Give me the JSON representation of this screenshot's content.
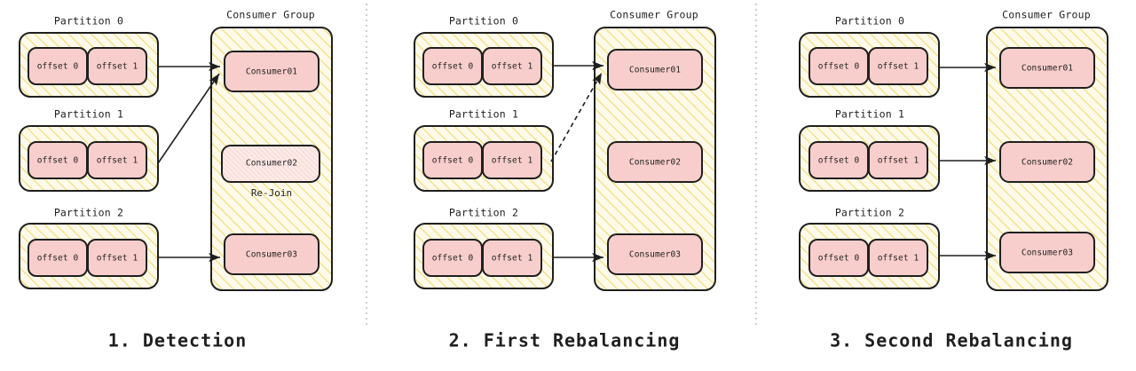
{
  "diagram": {
    "title_font_color": "#1f1f1f",
    "colors": {
      "partition_fill": "#fdfaea",
      "partition_hatch": "#f0dd7a",
      "consumer_fill": "#f8cecc",
      "consumer_stroke": "#1f1f1f",
      "rejoin_fill": "#fbe7e4",
      "rejoin_hatch": "#f4c8c2",
      "outline": "#1f1f1f",
      "separator": "#b8b8b8",
      "background": "#ffffff"
    },
    "partition_labels": [
      "Partition 0",
      "Partition 1",
      "Partition 2"
    ],
    "offset_labels": [
      "offset 0",
      "offset 1"
    ],
    "consumer_group_title": "Consumer Group",
    "consumer_labels": [
      "Consumer01",
      "Consumer02",
      "Consumer03"
    ],
    "rejoin_label": "Re-Join",
    "panels": [
      {
        "id": "detection",
        "caption": "1. Detection",
        "partitions": [
          {
            "label": "Partition 0",
            "offsets": [
              "offset 0",
              "offset 1"
            ]
          },
          {
            "label": "Partition 1",
            "offsets": [
              "offset 0",
              "offset 1"
            ]
          },
          {
            "label": "Partition 2",
            "offsets": [
              "offset 0",
              "offset 1"
            ]
          }
        ],
        "group": {
          "title": "Consumer Group",
          "consumers": [
            {
              "label": "Consumer01",
              "state": "active"
            },
            {
              "label": "Consumer02",
              "state": "rejoining",
              "note": "Re-Join"
            },
            {
              "label": "Consumer03",
              "state": "active"
            }
          ]
        },
        "arrows": [
          {
            "from": "Partition 0",
            "to": "Consumer01",
            "style": "solid"
          },
          {
            "from": "Partition 1",
            "to": "Consumer01",
            "style": "solid"
          },
          {
            "from": "Partition 2",
            "to": "Consumer03",
            "style": "solid"
          }
        ]
      },
      {
        "id": "first-rebalancing",
        "caption": "2. First Rebalancing",
        "partitions": [
          {
            "label": "Partition 0",
            "offsets": [
              "offset 0",
              "offset 1"
            ]
          },
          {
            "label": "Partition 1",
            "offsets": [
              "offset 0",
              "offset 1"
            ]
          },
          {
            "label": "Partition 2",
            "offsets": [
              "offset 0",
              "offset 1"
            ]
          }
        ],
        "group": {
          "title": "Consumer Group",
          "consumers": [
            {
              "label": "Consumer01",
              "state": "active"
            },
            {
              "label": "Consumer02",
              "state": "active"
            },
            {
              "label": "Consumer03",
              "state": "active"
            }
          ]
        },
        "arrows": [
          {
            "from": "Partition 0",
            "to": "Consumer01",
            "style": "solid"
          },
          {
            "from": "Partition 1",
            "to": "Consumer01",
            "style": "dashed"
          },
          {
            "from": "Partition 2",
            "to": "Consumer03",
            "style": "solid"
          }
        ]
      },
      {
        "id": "second-rebalancing",
        "caption": "3. Second Rebalancing",
        "partitions": [
          {
            "label": "Partition 0",
            "offsets": [
              "offset 0",
              "offset 1"
            ]
          },
          {
            "label": "Partition 1",
            "offsets": [
              "offset 0",
              "offset 1"
            ]
          },
          {
            "label": "Partition 2",
            "offsets": [
              "offset 0",
              "offset 1"
            ]
          }
        ],
        "group": {
          "title": "Consumer Group",
          "consumers": [
            {
              "label": "Consumer01",
              "state": "active"
            },
            {
              "label": "Consumer02",
              "state": "active"
            },
            {
              "label": "Consumer03",
              "state": "active"
            }
          ]
        },
        "arrows": [
          {
            "from": "Partition 0",
            "to": "Consumer01",
            "style": "solid"
          },
          {
            "from": "Partition 1",
            "to": "Consumer02",
            "style": "solid"
          },
          {
            "from": "Partition 2",
            "to": "Consumer03",
            "style": "solid"
          }
        ]
      }
    ]
  },
  "p0": {
    "caption": "1. Detection",
    "group_title": "Consumer Group",
    "part0": "Partition 0",
    "part1": "Partition 1",
    "part2": "Partition 2",
    "off_a0": "offset 0",
    "off_b0": "offset 1",
    "off_a1": "offset 0",
    "off_b1": "offset 1",
    "off_a2": "offset 0",
    "off_b2": "offset 1",
    "c1": "Consumer01",
    "c2": "Consumer02",
    "c3": "Consumer03",
    "rejoin": "Re-Join"
  },
  "p1": {
    "caption": "2. First Rebalancing",
    "group_title": "Consumer Group",
    "part0": "Partition 0",
    "part1": "Partition 1",
    "part2": "Partition 2",
    "off_a0": "offset 0",
    "off_b0": "offset 1",
    "off_a1": "offset 0",
    "off_b1": "offset 1",
    "off_a2": "offset 0",
    "off_b2": "offset 1",
    "c1": "Consumer01",
    "c2": "Consumer02",
    "c3": "Consumer03"
  },
  "p2": {
    "caption": "3. Second Rebalancing",
    "group_title": "Consumer Group",
    "part0": "Partition 0",
    "part1": "Partition 1",
    "part2": "Partition 2",
    "off_a0": "offset 0",
    "off_b0": "offset 1",
    "off_a1": "offset 0",
    "off_b1": "offset 1",
    "off_a2": "offset 0",
    "off_b2": "offset 1",
    "c1": "Consumer01",
    "c2": "Consumer02",
    "c3": "Consumer03"
  }
}
